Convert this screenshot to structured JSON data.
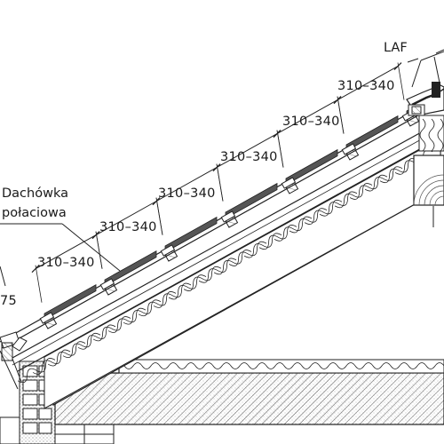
{
  "callouts": {
    "laf": "LAF",
    "tile_name_line1": "Dachówka",
    "tile_name_line2": "połaciowa"
  },
  "dimensions": [
    "310–340",
    "310–340",
    "310–340",
    "310–340",
    "310–340",
    "310–340"
  ],
  "partial_dimension": "75"
}
